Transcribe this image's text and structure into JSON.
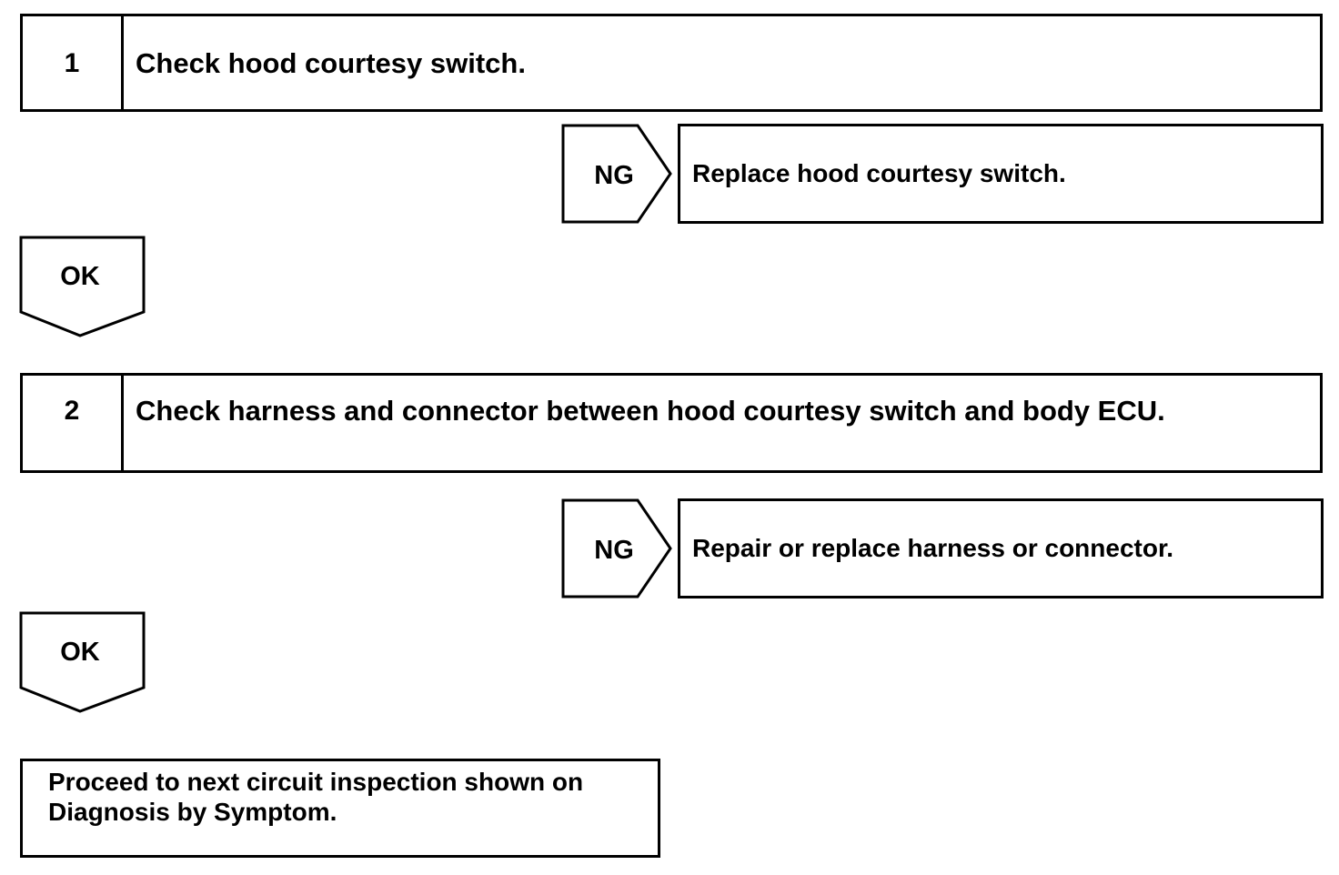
{
  "steps": [
    {
      "number": "1",
      "text": "Check hood courtesy switch.",
      "ng_label": "NG",
      "ng_result": "Replace hood courtesy switch.",
      "ok_label": "OK"
    },
    {
      "number": "2",
      "text": "Check harness and connector between hood courtesy switch and body ECU.",
      "ng_label": "NG",
      "ng_result": "Repair or replace harness or connector.",
      "ok_label": "OK"
    }
  ],
  "final": {
    "line1": "Proceed to next circuit inspection shown on",
    "line2": "Diagnosis by Symptom."
  }
}
